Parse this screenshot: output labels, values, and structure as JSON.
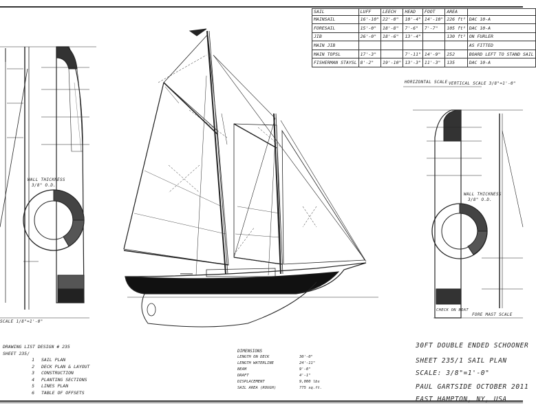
{
  "sail_table": {
    "headers": [
      "SAIL",
      "LUFF",
      "LEECH",
      "HEAD",
      "FOOT",
      "AREA",
      ""
    ],
    "rows": [
      [
        "MAINSAIL",
        "16'-10\"",
        "22'-0\"",
        "10'-4\"",
        "14'-10\"",
        "226 ft²",
        "DAC 10-A"
      ],
      [
        "FORESAIL",
        "15'-0\"",
        "18'-8\"",
        "7'-6\"",
        "7'-7\"",
        "105 ft²",
        "DAC 10-A"
      ],
      [
        "JIB",
        "26'-0\"",
        "18'-6\"",
        "13'-4\"",
        "",
        "130 ft²",
        "ON FURLER"
      ],
      [
        "MAIN JIB",
        "",
        "",
        "",
        "",
        "",
        "AS FITTED"
      ],
      [
        "MAIN TOPSL",
        "17'-3\"",
        "",
        "7'-11\"",
        "14'-9\"",
        "252",
        "BOARD LEFT TO STAND SAIL"
      ],
      [
        "FISHERMAN STAYSL",
        "8'-2\"",
        "19'-10\"",
        "13'-3\"",
        "11'-3\"",
        "135",
        "DAC 10-A"
      ]
    ]
  },
  "labels": {
    "horizontal_scale": "HORIZONTAL SCALE",
    "vertical_scale": "VERTICAL SCALE 3/8\"=1'-0\"",
    "wall_thickness_left": "WALL THICKNESS",
    "wall_thickness_left_2": "3/8\" O.D.",
    "wall_thickness_right": "WALL THICKNESS",
    "wall_thickness_right_2": "3/8\" O.D.",
    "scale_left": "SCALE 1/8\"=1'-0\"",
    "scale_right_bottom": "FORE MAST SCALE",
    "check_on_boat": "CHECK ON BOAT"
  },
  "drawing_list": {
    "title": "DRAWING LIST DESIGN # 235",
    "sheet": "SHEET 235/",
    "items": [
      {
        "num": "1",
        "name": "SAIL PLAN"
      },
      {
        "num": "2",
        "name": "DECK PLAN & LAYOUT"
      },
      {
        "num": "3",
        "name": "CONSTRUCTION"
      },
      {
        "num": "4",
        "name": "PLANTING SECTIONS"
      },
      {
        "num": "5",
        "name": "LINES PLAN"
      },
      {
        "num": "6",
        "name": "TABLE OF OFFSETS"
      }
    ]
  },
  "dimensions": {
    "title": "DIMENSIONS",
    "rows": [
      {
        "label": "LENGTH ON DECK",
        "value": "30'-0\""
      },
      {
        "label": "LENGTH WATERLINE",
        "value": "24'-11\""
      },
      {
        "label": "BEAM",
        "value": "9'-0\""
      },
      {
        "label": "DRAFT",
        "value": "4'-1\""
      },
      {
        "label": "DISPLACEMENT",
        "value": "9,000 lbs"
      },
      {
        "label": "SAIL AREA (ROUGH)",
        "value": "775 sq.ft."
      }
    ]
  },
  "title_block": {
    "design": "30FT DOUBLE ENDED SCHOONER",
    "sheet": "SHEET 235/1 SAIL PLAN",
    "scale": "SCALE: 3/8\"=1'-0\"",
    "designer": "PAUL GARTSIDE  OCTOBER 2011",
    "location": "EAST HAMPTON, NY, USA"
  }
}
